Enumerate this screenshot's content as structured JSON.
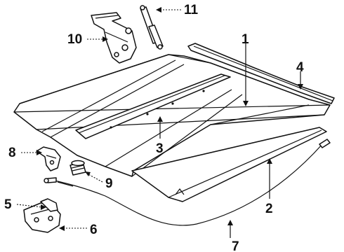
{
  "parts": [
    {
      "id": "hood-panel",
      "callout": "1"
    },
    {
      "id": "hood-cable",
      "callout": "2"
    },
    {
      "id": "hood-reinforcement",
      "callout": "3"
    },
    {
      "id": "weatherstrip",
      "callout": "4"
    },
    {
      "id": "latch",
      "callout": "5"
    },
    {
      "id": "latch-bracket",
      "callout": "6"
    },
    {
      "id": "release-cable",
      "callout": "7"
    },
    {
      "id": "release-handle",
      "callout": "8"
    },
    {
      "id": "bumper-stop",
      "callout": "9"
    },
    {
      "id": "hinge",
      "callout": "10"
    },
    {
      "id": "support-strut",
      "callout": "11"
    }
  ]
}
